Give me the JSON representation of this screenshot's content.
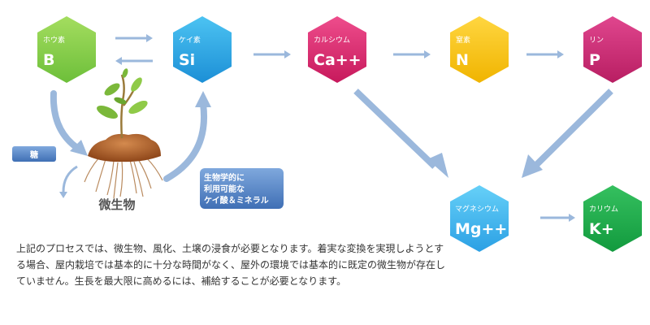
{
  "elements": {
    "boron": {
      "name": "ホウ素",
      "symbol": "B",
      "color": "#6dbf3a",
      "color_light": "#a4dd5f"
    },
    "silicon": {
      "name": "ケイ素",
      "symbol": "Si",
      "color": "#1c8fd6",
      "color_light": "#4cc3f2"
    },
    "calcium": {
      "name": "カルシウム",
      "symbol": "Ca++",
      "color": "#c7195c",
      "color_light": "#ee4d8c"
    },
    "nitrogen": {
      "name": "窒素",
      "symbol": "N",
      "color": "#f0b400",
      "color_light": "#ffd640"
    },
    "phosphorus": {
      "name": "リン",
      "symbol": "P",
      "color": "#b81e62",
      "color_light": "#e0468e"
    },
    "magnesium": {
      "name": "マグネシウム",
      "symbol": "Mg++",
      "color": "#2ba0e4",
      "color_light": "#66d0f8"
    },
    "potassium": {
      "name": "カリウム",
      "symbol": "K+",
      "color": "#129a3e",
      "color_light": "#35c05f"
    }
  },
  "sugar_label": "糖",
  "microbe_label": "微生物",
  "mineral_label": [
    "生物学的に",
    "利用可能な",
    "ケイ酸＆ミネラル"
  ],
  "description": "上記のプロセスでは、微生物、風化、土壌の浸食が必要となります。着実な変換を実現しようとする場合、屋内栽培では基本的に十分な時間がなく、屋外の環境では基本的に既定の微生物が存在していません。生長を最大限に高めるには、補給することが必要となります。",
  "colors": {
    "arrow": "#9bb8dc",
    "label_box": "#5b86c5",
    "soil": "#b0622b",
    "text": "#333333"
  }
}
